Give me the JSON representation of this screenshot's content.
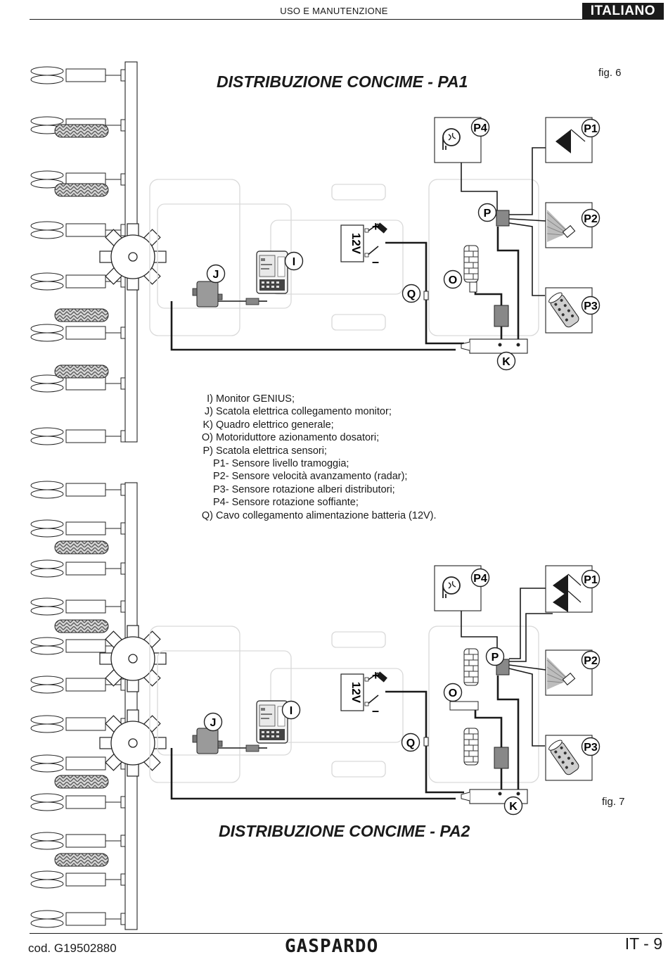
{
  "header": {
    "section": "USO E MANUTENZIONE",
    "language": "ITALIANO"
  },
  "figures": [
    {
      "title": "DISTRIBUZIONE CONCIME - PA1",
      "fig_label": "fig. 6",
      "labels": {
        "p4": "P4",
        "p1": "P1",
        "p2": "P2",
        "p3": "P3",
        "p": "P",
        "o": "O",
        "k": "K",
        "q": "Q",
        "i": "I",
        "j": "J",
        "battery": "12V",
        "plus": "+",
        "minus": "–"
      }
    },
    {
      "title": "DISTRIBUZIONE CONCIME - PA2",
      "fig_label": "fig. 7",
      "labels": {
        "p4": "P4",
        "p1": "P1",
        "p2": "P2",
        "p3": "P3",
        "p": "P",
        "o": "O",
        "k": "K",
        "q": "Q",
        "i": "I",
        "j": "J",
        "battery": "12V",
        "plus": "+",
        "minus": "–"
      }
    }
  ],
  "legend": [
    {
      "key": "I)",
      "text": "Monitor GENIUS;"
    },
    {
      "key": "J)",
      "text": "Scatola elettrica collegamento monitor;"
    },
    {
      "key": "K)",
      "text": "Quadro elettrico generale;"
    },
    {
      "key": "O)",
      "text": "Motoriduttore azionamento dosatori;"
    },
    {
      "key": "P)",
      "text": "Scatola elettrica sensori;"
    },
    {
      "key": "",
      "text": "P1- Sensore livello tramoggia;"
    },
    {
      "key": "",
      "text": "P2- Sensore velocità avanzamento (radar);"
    },
    {
      "key": "",
      "text": "P3- Sensore rotazione alberi distributori;"
    },
    {
      "key": "",
      "text": "P4- Sensore rotazione soffiante;"
    },
    {
      "key": "Q)",
      "text": "Cavo collegamento alimentazione batteria (12V)."
    }
  ],
  "footer": {
    "code": "cod.  G19502880",
    "brand": "GASPARDO",
    "page": "IT - 9"
  }
}
